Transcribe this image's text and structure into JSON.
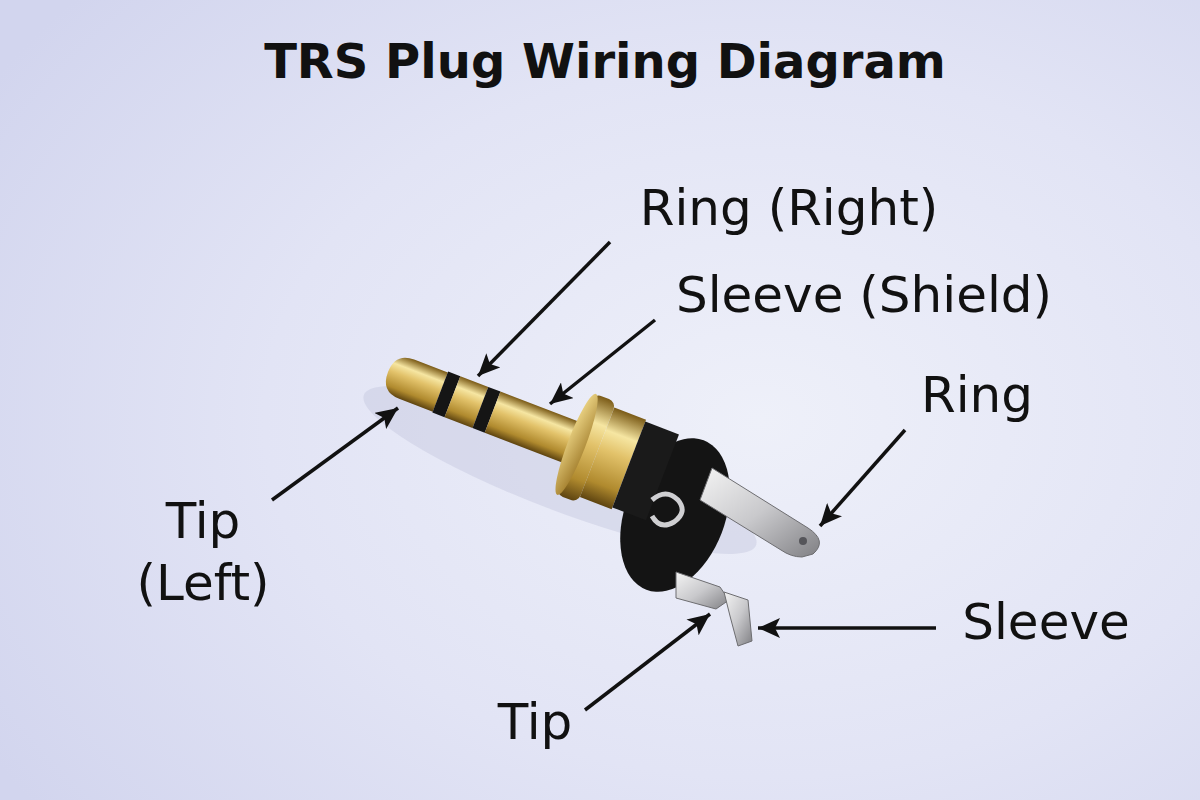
{
  "diagram": {
    "title": "TRS Plug Wiring Diagram",
    "labels": [
      "Ring (Right)",
      "Sleeve (Shield)",
      "Ring",
      "Tip (Left)",
      "Sleeve",
      "Tip"
    ]
  }
}
